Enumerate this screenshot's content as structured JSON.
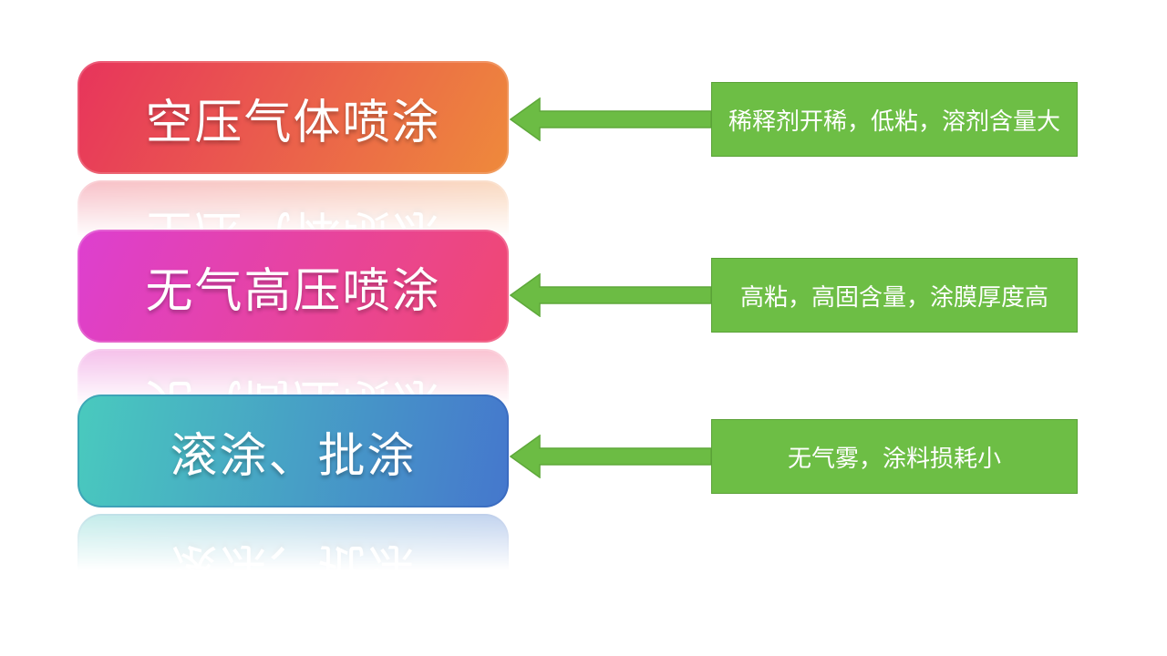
{
  "slide": {
    "background": "#ffffff"
  },
  "colors": {
    "green_fill": "#6dbe45",
    "green_border": "#5ba238",
    "arrow_fill": "#6cbc44",
    "arrow_stroke": "#5ea83a",
    "title_text": "#ffffff",
    "note_text": "#ffffff"
  },
  "rows": [
    {
      "title": "空压气体喷涂",
      "note": "稀释剂开稀，低粘，溶剂含量大",
      "gradient_start": "#e7345c",
      "gradient_end": "#ee8a3b"
    },
    {
      "title": "无气高压喷涂",
      "note": "高粘，高固含量，涂膜厚度高",
      "gradient_start": "#dd3fd0",
      "gradient_end": "#f04870"
    },
    {
      "title": "滚涂、批涂",
      "note": "无气雾，涂料损耗小",
      "gradient_start": "#49cabe",
      "gradient_end": "#4577cd"
    }
  ]
}
